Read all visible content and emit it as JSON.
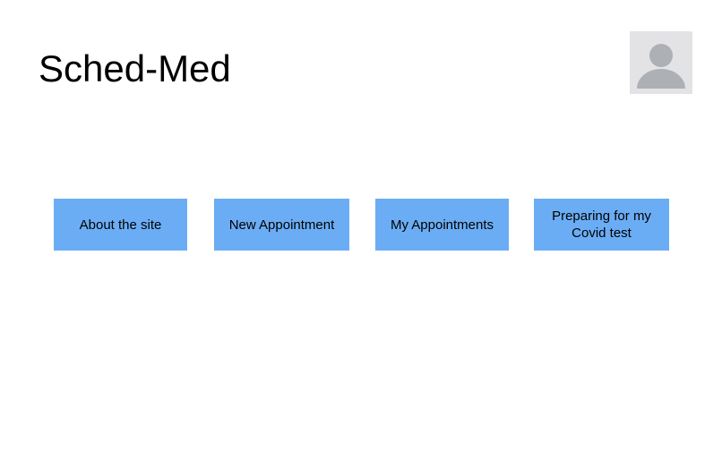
{
  "header": {
    "title": "Sched-Med",
    "avatar": {
      "icon": "person-avatar-icon",
      "background_color": "#E3E3E5",
      "figure_color": "#ADB0B5"
    }
  },
  "nav": {
    "button_color": "#6BADF4",
    "text_color": "#000000",
    "buttons": [
      {
        "label": "About the site"
      },
      {
        "label": "New Appointment"
      },
      {
        "label": "My Appointments"
      },
      {
        "label": "Preparing for my Covid test"
      }
    ]
  },
  "page": {
    "background_color": "#FFFFFF"
  }
}
